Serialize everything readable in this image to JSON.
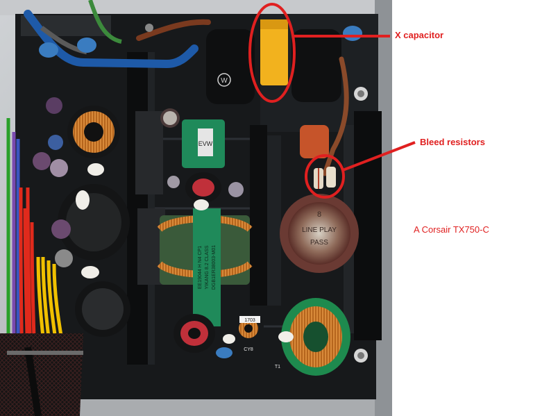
{
  "annotations": {
    "x_capacitor": "X capacitor",
    "bleed_resistors": "Bleed resistors",
    "caption": "A Corsair TX750-C"
  },
  "component_text": {
    "inductor_mark": "W",
    "cap_label_1": "8",
    "cap_label_2": "LINE PLAY",
    "cap_label_3": "PASS",
    "transformer_line_1": "EE19044 H N4 CP1",
    "transformer_line_2": "YIKANG 8.2 CLASS",
    "transformer_line_3": "DGB1ER38003-M01",
    "choke_label": "EVW",
    "small_label": "1703",
    "pcb_label": "CY8",
    "pcb_label_2": "T1"
  },
  "colors": {
    "annotation_red": "#e02020",
    "pcb": "#17191b",
    "chassis": "#b9bcbf",
    "transformer_green": "#1f8a5a",
    "x_cap_yellow": "#f2b21e",
    "bulk_cap": "#6a3a33"
  }
}
